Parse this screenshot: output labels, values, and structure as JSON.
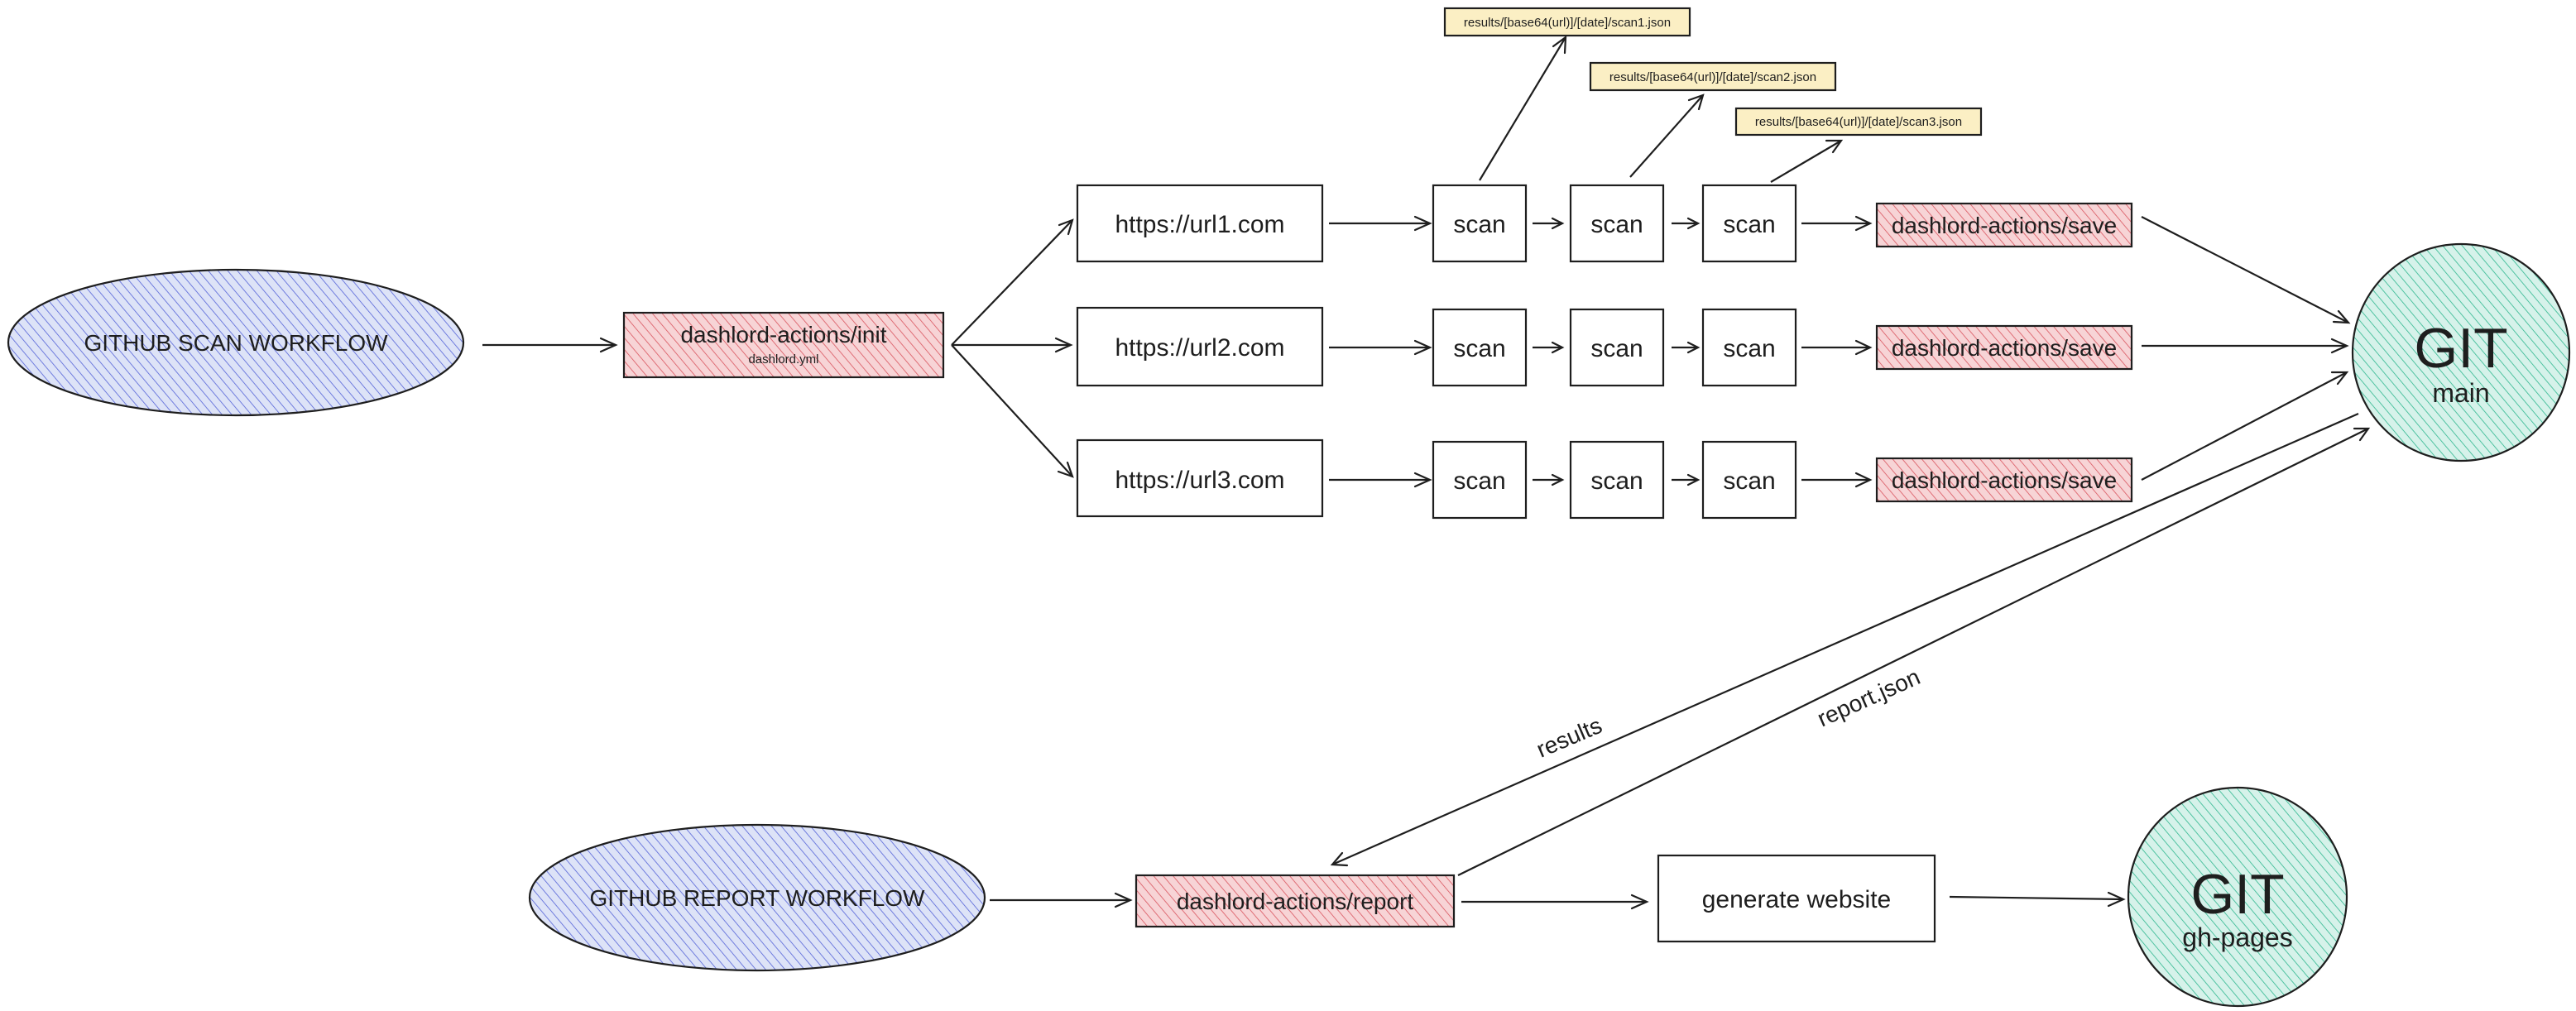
{
  "colors": {
    "workflow_fill": "#dde3f7",
    "workflow_hatch": "#5563d8",
    "action_fill": "#f7d4d6",
    "action_hatch": "#d9555f",
    "git_fill": "#d6f2ea",
    "git_hatch": "#2fb78f",
    "note_fill": "#fbefc4",
    "stroke": "#1e1e1e"
  },
  "workflows": {
    "scan": "GITHUB SCAN WORKFLOW",
    "report": "GITHUB REPORT WORKFLOW"
  },
  "init_action": {
    "label": "dashlord-actions/init",
    "sub": "dashlord.yml"
  },
  "urls": [
    "https://url1.com",
    "https://url2.com",
    "https://url3.com"
  ],
  "scan_label": "scan",
  "save_label": "dashlord-actions/save",
  "results_files": [
    "results/[base64(url)]/[date]/scan1.json",
    "results/[base64(url)]/[date]/scan2.json",
    "results/[base64(url)]/[date]/scan3.json"
  ],
  "git_main": {
    "title": "GIT",
    "branch": "main"
  },
  "git_pages": {
    "title": "GIT",
    "branch": "gh-pages"
  },
  "report_action": "dashlord-actions/report",
  "generate_website": "generate website",
  "edge_labels": {
    "results": "results",
    "report_json": "report.json"
  }
}
